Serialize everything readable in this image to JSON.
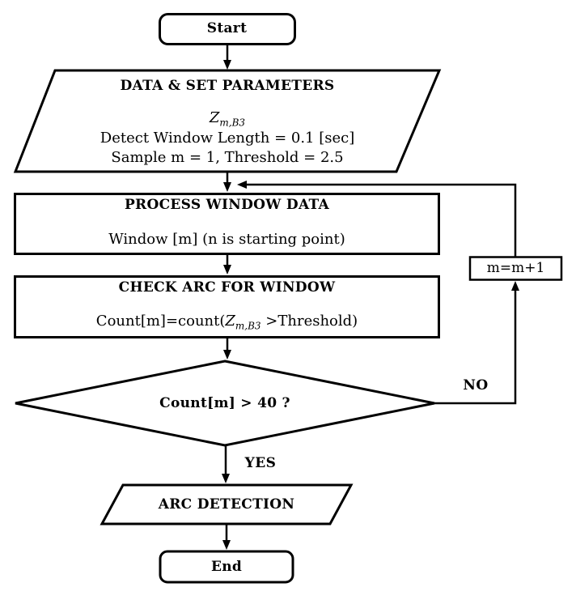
{
  "flowchart": {
    "nodes": {
      "start": {
        "label": "Start"
      },
      "data_params": {
        "title": "DATA & SET PARAMETERS",
        "var_base": "Z",
        "var_sub": "m,B3",
        "line2": "Detect Window Length = 0.1 [sec]",
        "line3": "Sample m = 1, Threshold = 2.5"
      },
      "process": {
        "title": "PROCESS WINDOW DATA",
        "body": "Window [m] (n is starting point)"
      },
      "check": {
        "title": "CHECK ARC FOR WINDOW",
        "body_prefix": "Count[m]=count(",
        "body_var": "Z",
        "body_sub": "m,B3",
        "body_suffix": " >Threshold)"
      },
      "decision": {
        "label": "Count[m] > 40 ?"
      },
      "increment": {
        "label": "m=m+1"
      },
      "arc_detection": {
        "label": "ARC DETECTION"
      },
      "end": {
        "label": "End"
      }
    },
    "edges": {
      "yes_label": "YES",
      "no_label": "NO"
    },
    "colors": {
      "stroke": "#000000",
      "background": "#ffffff"
    }
  }
}
